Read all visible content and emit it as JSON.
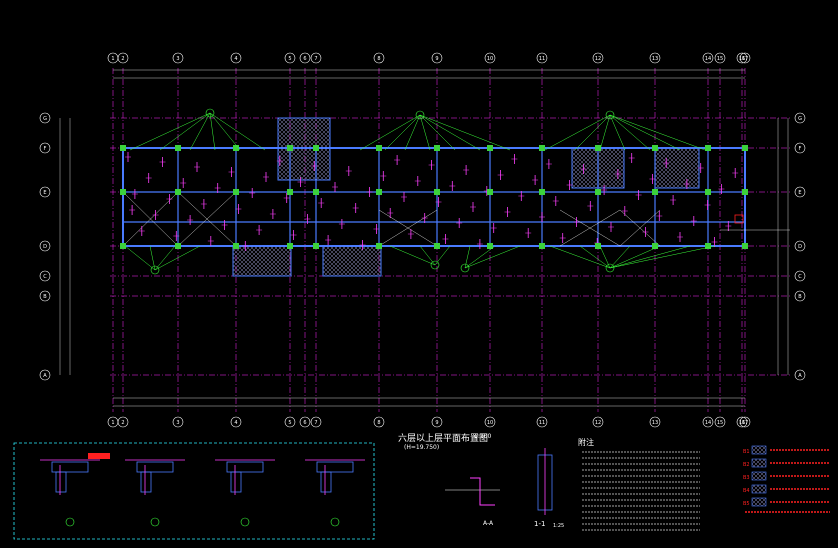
{
  "drawing": {
    "title": "六层以上层平面布置图",
    "scale_ratio": "1:100",
    "subtitle": "(H=19.750)",
    "notes_heading": "附注",
    "section_a": "A-A",
    "section_1": "1-1",
    "section_1_scale": "1:25",
    "legend_items": [
      "B1",
      "B2",
      "B3",
      "B4",
      "B5"
    ]
  },
  "grid": {
    "vertical_labels": [
      "1",
      "2",
      "3",
      "4",
      "5",
      "6",
      "7",
      "8",
      "9",
      "10",
      "11",
      "12",
      "13",
      "14",
      "15",
      "16",
      "17"
    ],
    "horizontal_labels": [
      "G",
      "F",
      "E",
      "D",
      "C",
      "B",
      "A"
    ]
  },
  "colors": {
    "background": "#000000",
    "grid": "#ff2bff",
    "axis": "#ffffff",
    "wall": "#4a7bff",
    "column": "#3bd23b",
    "leader": "#3bff3b",
    "rebar": "#ff40ff",
    "hatch": "#8a8ab8",
    "note": "#ff2020",
    "frame": "#2ef0ff"
  }
}
